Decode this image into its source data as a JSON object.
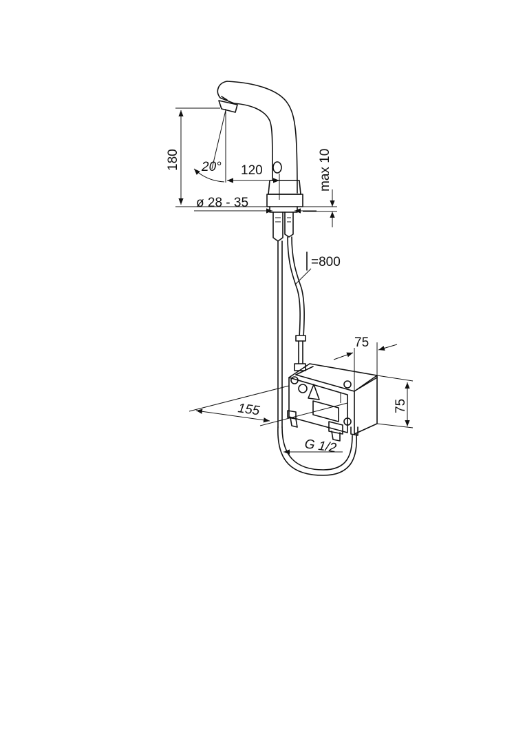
{
  "dimensions": {
    "height": "180",
    "angle": "20°",
    "reach": "120",
    "max_thickness": "max 10",
    "hole_diameter": "ø 28 - 35",
    "hose_symbol": "l",
    "hose_length": "=800",
    "box_depth": "75",
    "box_height": "75",
    "box_width": "155",
    "thread": "G 1/2"
  },
  "colors": {
    "line": "#111111",
    "background": "#ffffff"
  }
}
